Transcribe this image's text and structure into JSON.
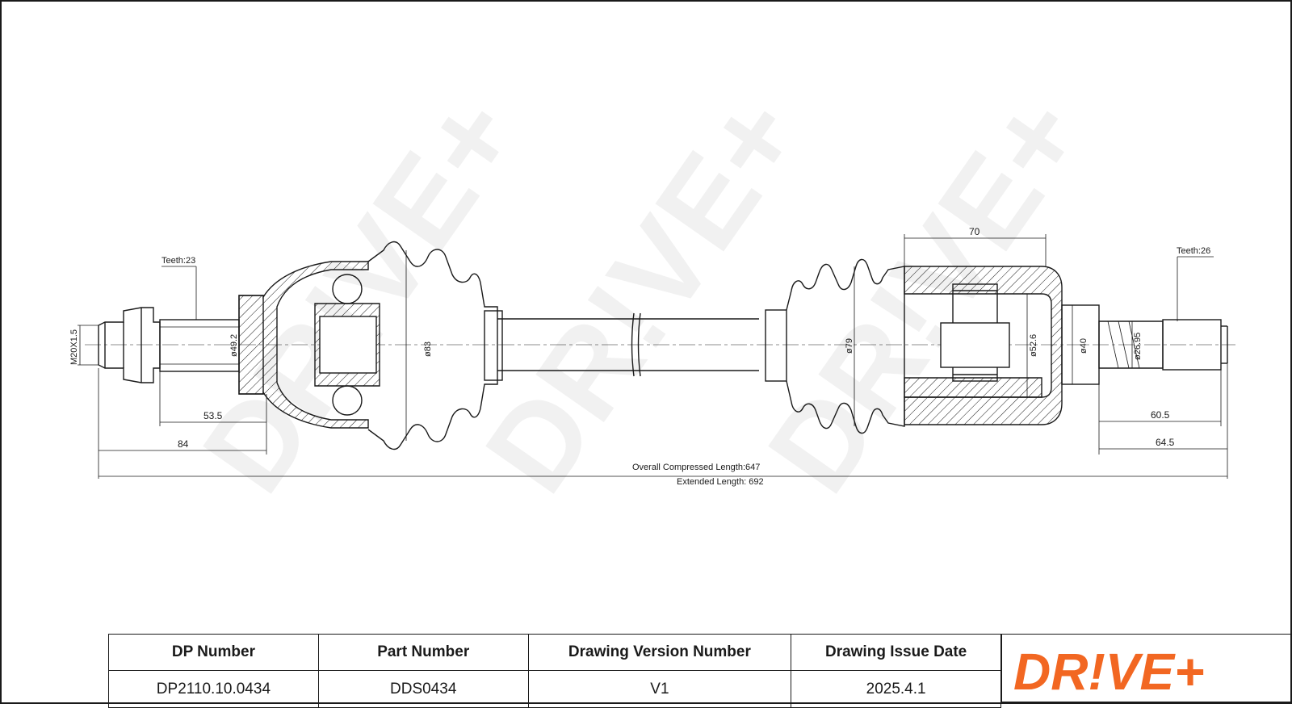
{
  "drawing": {
    "labels": {
      "teeth_left": "Teeth:23",
      "teeth_right": "Teeth:26",
      "thread": "M20X1.5",
      "d_left_shaft": "ø49.2",
      "d_left_boot": "ø83",
      "d_right_boot": "ø79",
      "d_housing": "ø52.6",
      "d_stub": "ø40",
      "d_spline": "ø26.95",
      "len_53": "53.5",
      "len_84": "84",
      "len_70": "70",
      "len_60": "60.5",
      "len_64": "64.5",
      "overall": "Overall Compressed Length:647",
      "extended": "Extended Length: 692"
    },
    "watermark": "DR!VE+"
  },
  "title_block": {
    "headers": [
      "DP Number",
      "Part Number",
      "Drawing Version Number",
      "Drawing Issue Date"
    ],
    "values": [
      "DP2110.10.0434",
      "DDS0434",
      "V1",
      "2025.4.1"
    ],
    "logo_text": "DR!VE+"
  },
  "colors": {
    "logo_orange": "#f26722",
    "line": "#1a1a1a",
    "watermark": "#f1f1f1"
  }
}
